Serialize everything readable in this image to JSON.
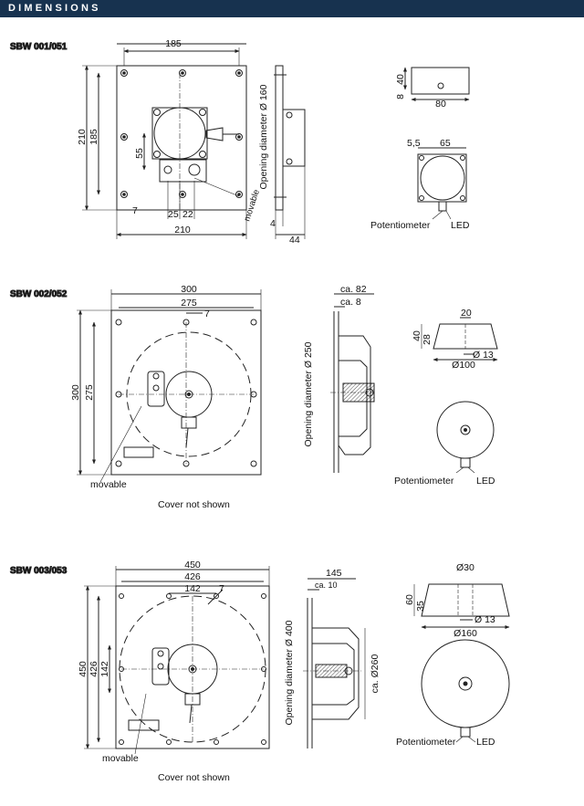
{
  "header": {
    "title": "DIMENSIONS",
    "color": "#17324f"
  },
  "sbw1": {
    "model": "SBW 001/051",
    "width_top": "185",
    "height_outer": "210",
    "height_inner": "185",
    "gap_55": "55",
    "spacing_7": "7",
    "spacing_25": "25",
    "spacing_22": "22",
    "width_bottom": "210",
    "movable": "movable",
    "opening": "Opening diameter Ø 160",
    "depth_4": "4",
    "depth_44": "44",
    "top_w": "80",
    "top_h": "40",
    "top_8": "8",
    "front_55": "5,5",
    "front_65": "65",
    "potentiometer": "Potentiometer",
    "led": "LED"
  },
  "sbw2": {
    "model": "SBW 002/052",
    "width_outer": "300",
    "width_inner": "275",
    "spacing_7": "7",
    "height_outer": "300",
    "height_inner": "275",
    "movable": "movable",
    "cover": "Cover not shown",
    "opening": "Opening diameter Ø 250",
    "ca82": "ca. 82",
    "ca8": "ca. 8",
    "top_20": "20",
    "top_40": "40",
    "top_28": "28",
    "top_13": "Ø 13",
    "top_100": "Ø100",
    "potentiometer": "Potentiometer",
    "led": "LED"
  },
  "sbw3": {
    "model": "SBW 003/053",
    "width_outer": "450",
    "width_426": "426",
    "width_142": "142",
    "spacing_7": "7",
    "height_outer": "450",
    "height_426": "426",
    "height_142": "142",
    "movable": "movable",
    "cover": "Cover not shown",
    "opening": "Opening diameter Ø 400",
    "depth_145": "145",
    "ca10": "ca. 10",
    "ca260": "ca. Ø260",
    "top_30": "Ø30",
    "top_60": "60",
    "top_35": "35",
    "top_13": "Ø 13",
    "top_160": "Ø160",
    "potentiometer": "Potentiometer",
    "led": "LED"
  }
}
